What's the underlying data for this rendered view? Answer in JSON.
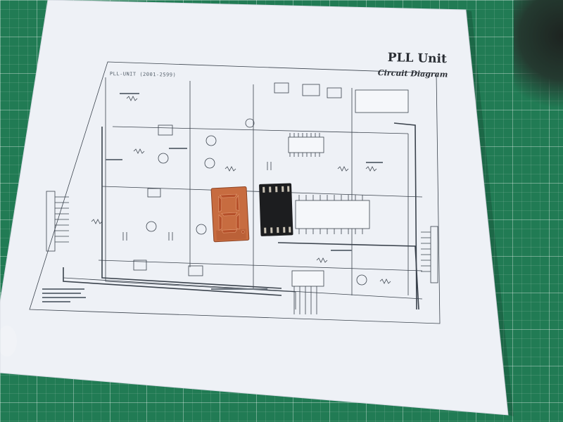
{
  "paper": {
    "title": "PLL Unit",
    "subtitle": "Circuit Diagram",
    "schematic_label": "PLL-UNIT (2001-2599)"
  },
  "objects": {
    "mat": "green cutting mat with white grid lines",
    "display_digit": "orange 7-segment LED display",
    "display_back": "black 7-segment display module, pins up"
  },
  "colors": {
    "mat": "#217b54",
    "paper": "#eef1f6",
    "ink": "#3b434d",
    "led_orange": "#c46a3e",
    "led_back": "#1c1d1f"
  }
}
